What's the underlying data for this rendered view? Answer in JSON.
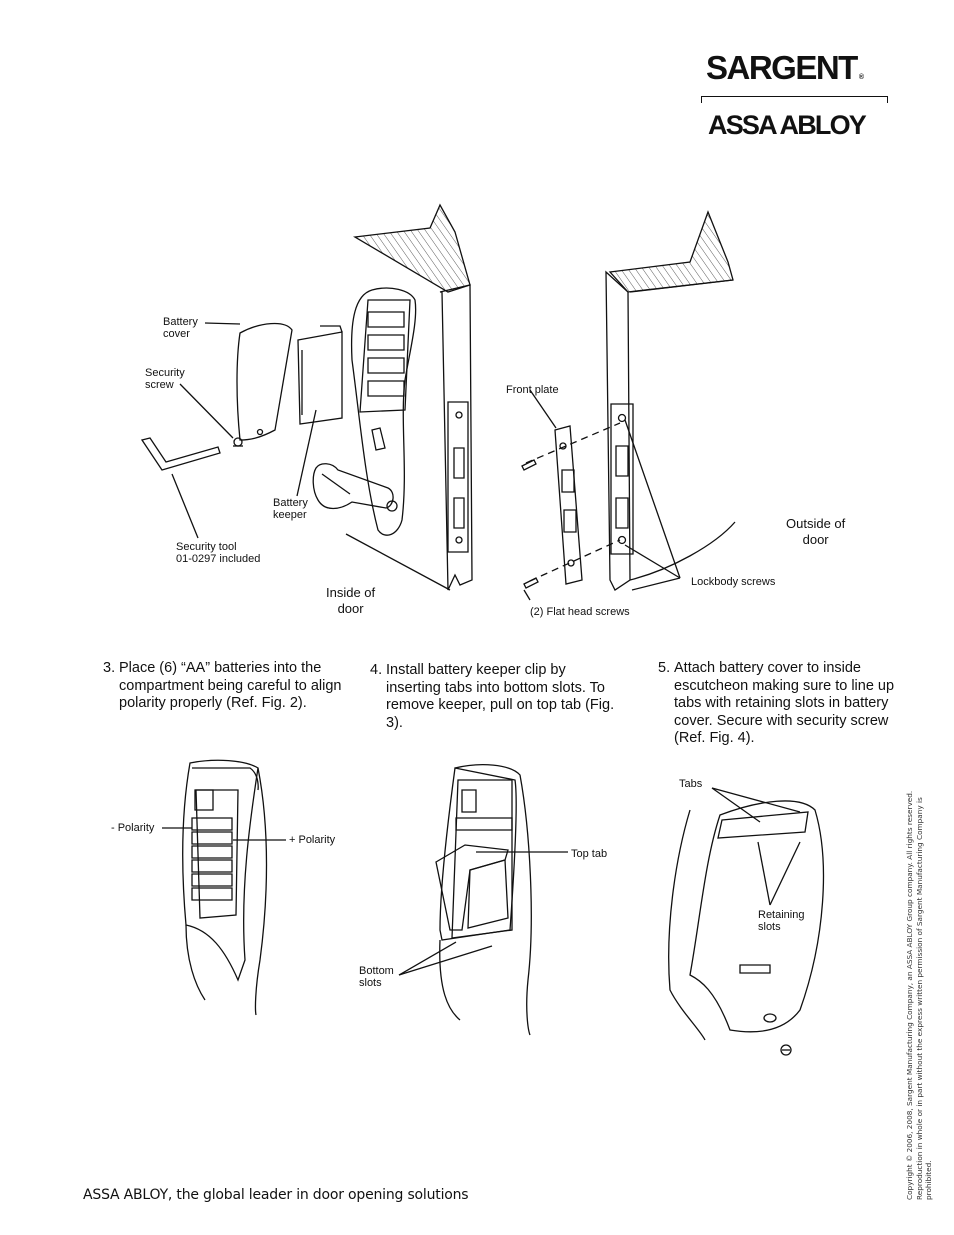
{
  "brand": {
    "name": "SARGENT",
    "reg_mark": "®",
    "group": "ASSA ABLOY"
  },
  "top_figure": {
    "battery_cover": "Battery\ncover",
    "security_screw": "Security\nscrew",
    "battery_keeper": "Battery\nkeeper",
    "security_tool": "Security tool\n01-0297 included",
    "inside_door": "Inside of\ndoor",
    "front_plate": "Front plate",
    "outside_door": "Outside of\ndoor",
    "lockbody_screws": "Lockbody screws",
    "flat_head_screws": "(2) Flat head screws"
  },
  "steps": [
    {
      "number": "3.",
      "text": "Place (6) “AA” batteries into the compartment being careful to align polarity properly (Ref. Fig. 2)."
    },
    {
      "number": "4.",
      "text": "Install battery keeper clip by inserting tabs into bottom slots. To remove keeper, pull on top tab (Fig. 3)."
    },
    {
      "number": "5.",
      "text": "Attach battery cover to inside escutcheon making sure to line up tabs with retaining slots in battery cover. Secure with security screw (Ref. Fig. 4)."
    }
  ],
  "fig2": {
    "neg_polarity": "- Polarity",
    "pos_polarity": "+ Polarity"
  },
  "fig3": {
    "top_tab": "Top tab",
    "bottom_slots": "Bottom\nslots"
  },
  "fig4": {
    "tabs": "Tabs",
    "retaining_slots": "Retaining\nslots"
  },
  "footer": {
    "tagline": "ASSA ABLOY, the global leader in door opening solutions"
  },
  "copyright": {
    "line1": "Copyright © 2006, 2008, Sargent Manufacturing Company, an ASSA ABLOY Group company. All rights reserved.",
    "line2": "Reproduction in whole or in part without the express written permission of Sargent Manufacturing Company is prohibited."
  }
}
